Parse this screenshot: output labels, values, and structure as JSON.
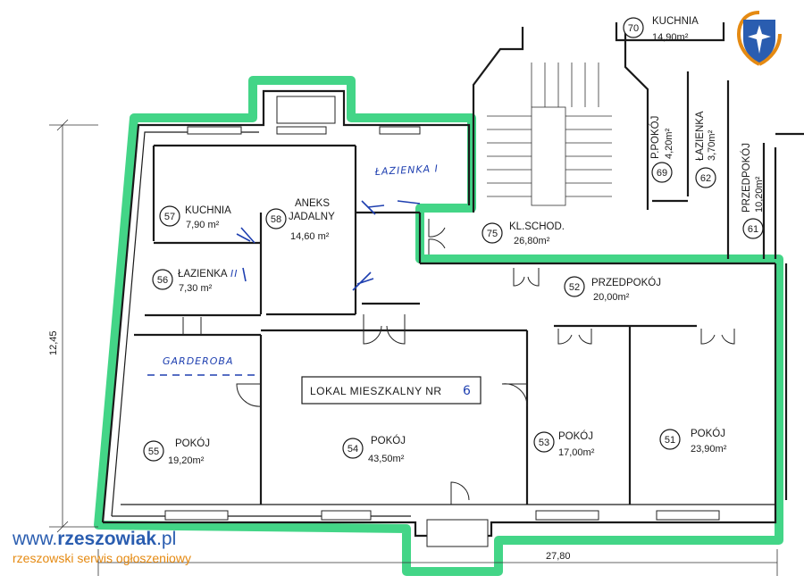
{
  "plan_title": "LOKAL MIESZKALNY NR",
  "plan_title_suffix": "6",
  "rooms": [
    {
      "num": "57",
      "name": "KUCHNIA",
      "area": "7,90 m²"
    },
    {
      "num": "58",
      "name_line1": "ANEKS",
      "name_line2": "JADALNY",
      "area": "14,60 m²"
    },
    {
      "num": "56",
      "name": "ŁAZIENKA",
      "name_extra": "II",
      "area": "7,30 m²"
    },
    {
      "num": "55",
      "name": "POKÓJ",
      "area": "19,20m²"
    },
    {
      "num": "54",
      "name": "POKÓJ",
      "area": "43,50m²"
    },
    {
      "num": "53",
      "name": "POKÓJ",
      "area": "17,00m²"
    },
    {
      "num": "51",
      "name": "POKÓJ",
      "area": "23,90m²"
    },
    {
      "num": "52",
      "name": "PRZEDPOKÓJ",
      "area": "20,00m²"
    },
    {
      "num": "75",
      "name": "KL.SCHOD.",
      "area": "26,80m²"
    },
    {
      "num": "70",
      "name": "KUCHNIA",
      "area": "14,90m²"
    },
    {
      "num": "69",
      "name": "P.POKÓJ",
      "area": "4,20m²"
    },
    {
      "num": "62",
      "name": "ŁAZIENKA",
      "area": "3,70m²"
    },
    {
      "num": "61",
      "name": "PRZEDPOKÓJ",
      "area": "10,20m²"
    }
  ],
  "handwritten": {
    "bath1": "ŁAZIENKA I",
    "wardrobe": "GARDEROBA"
  },
  "dimensions": {
    "height": "12,45",
    "width": "27,80"
  },
  "brand": {
    "prefix": "www.",
    "name": "rzeszowiak",
    "suffix": ".pl",
    "tagline": "rzeszowski serwis ogłoszeniowy"
  },
  "colors": {
    "highlight": "#2fd07a",
    "ink": "#1a1a1a",
    "pen": "#1e3fb0",
    "brand_blue": "#2a5db0",
    "brand_orange": "#e58a12"
  }
}
